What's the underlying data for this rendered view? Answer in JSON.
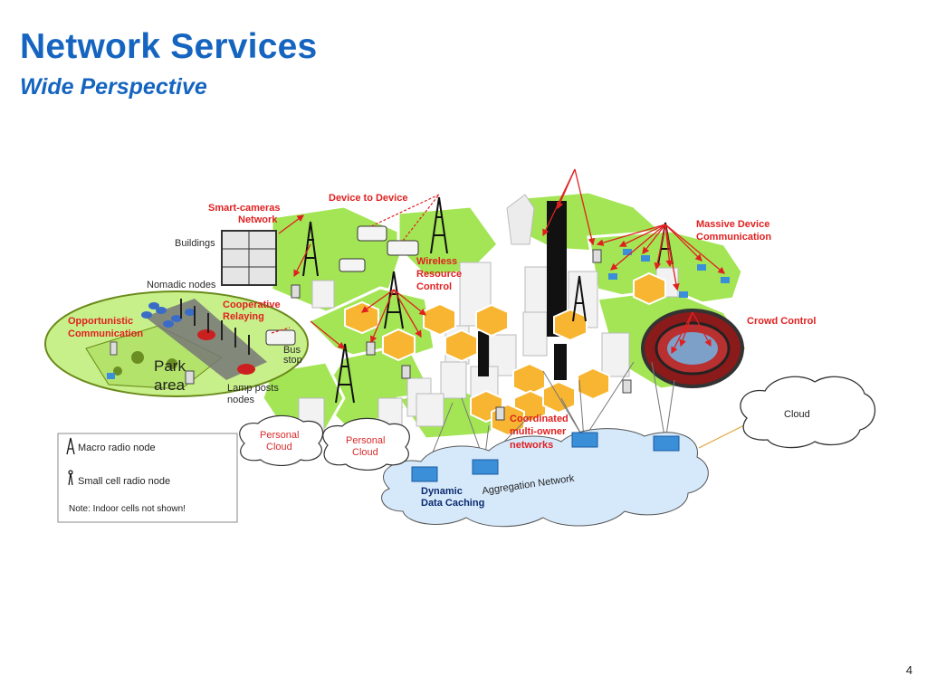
{
  "header": {
    "title": "Network Services",
    "subtitle": "Wide Perspective"
  },
  "labels": {
    "device_to_device": "Device to Device",
    "smart_cameras_1": "Smart-cameras",
    "smart_cameras_2": "Network",
    "buildings": "Buildings",
    "nomadic_nodes": "Nomadic nodes",
    "wireless_rrc_1": "Wireless",
    "wireless_rrc_2": "Resource",
    "wireless_rrc_3": "Control",
    "cooperative_1": "Cooperative",
    "cooperative_2": "Relaying",
    "opportunistic_1": "Opportunistic",
    "opportunistic_2": "Communication",
    "bus_stop_1": "Bus",
    "bus_stop_2": "stop",
    "park_1": "Park",
    "park_2": "area",
    "lamp_posts_1": "Lamp posts",
    "lamp_posts_2": "nodes",
    "massive_1": "Massive Device",
    "massive_2": "Communication",
    "crowd_control": "Crowd Control",
    "coordinated_1": "Coordinated",
    "coordinated_2": "multi-owner",
    "coordinated_3": "networks",
    "cloud": "Cloud",
    "personal_cloud_1a": "Personal",
    "personal_cloud_1b": "Cloud",
    "personal_cloud_2a": "Personal",
    "personal_cloud_2b": "Cloud",
    "aggregation_network": "Aggregation Network",
    "dynamic_caching_1": "Dynamic",
    "dynamic_caching_2": "Data Caching"
  },
  "legend": {
    "macro": "Macro radio node",
    "small": "Small cell radio node",
    "note": "Note: Indoor cells not shown!"
  },
  "colors": {
    "title": "#1565c0",
    "green_hex": "#9ee84f",
    "orange_hex": "#f7b531",
    "red_label": "#e02020",
    "cloud_blue": "#d6e9fb"
  },
  "page_number": "4"
}
